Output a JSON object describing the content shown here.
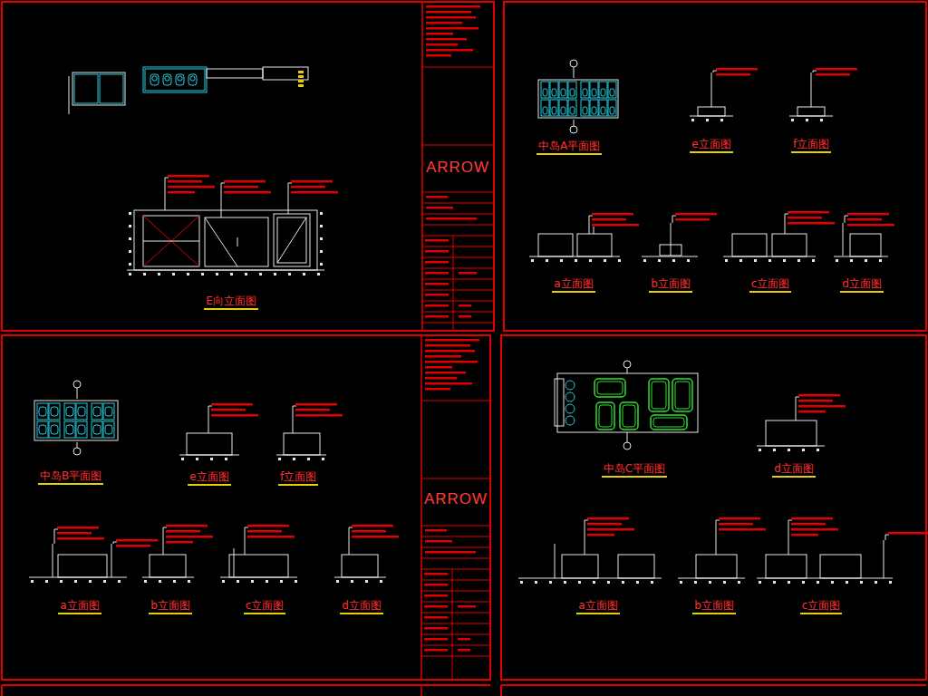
{
  "diagram": {
    "labels": [
      "E向立面图",
      "ARROW",
      "中岛A平面图",
      "e立面图",
      "f立面图",
      "a立面图",
      "b立面图",
      "c立面图",
      "d立面图",
      "中岛B平面图",
      "e立面图",
      "f立面图",
      "a立面图",
      "b立面图",
      "c立面图",
      "d立面图",
      "ARROW",
      "中岛C平面图",
      "d立面图",
      "a立面图",
      "b立面图",
      "c立面图"
    ]
  }
}
